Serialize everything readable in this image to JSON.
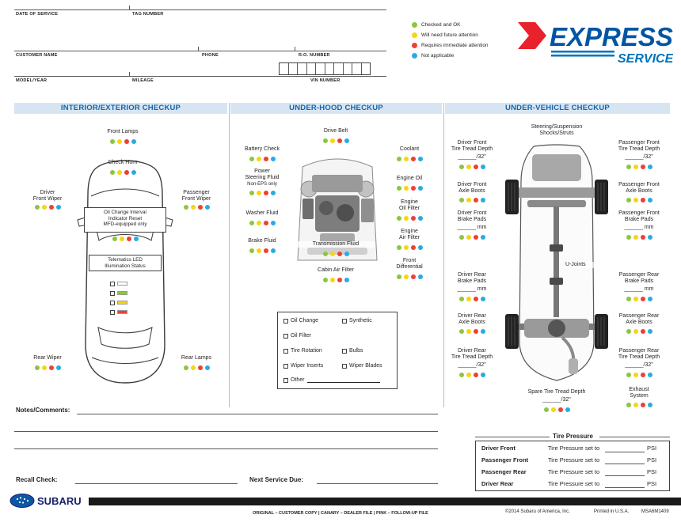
{
  "status_colors": [
    "#8CC63E",
    "#F6D515",
    "#EE4036",
    "#29ABE2"
  ],
  "header": {
    "fields": {
      "date": "DATE OF SERVICE",
      "tag": "TAG NUMBER",
      "customer": "CUSTOMER NAME",
      "phone": "PHONE",
      "ro": "R.O. NUMBER",
      "model": "MODEL/YEAR",
      "mileage": "MILEAGE",
      "vin": "VIN NUMBER"
    },
    "legend": [
      "Checked and OK",
      "Will need future attention",
      "Requires immediate attention",
      "Not applicable"
    ],
    "logo": {
      "express": "EXPRESS",
      "service": "SERVICE"
    }
  },
  "interior": {
    "title": "INTERIOR/EXTERIOR CHECKUP",
    "front_lamps": "Front Lamps",
    "check_horn": "Check Horn",
    "driver_front_wiper": "Driver\nFront Wiper",
    "passenger_front_wiper": "Passenger\nFront Wiper",
    "oil_change_reset": "Oil Change Interval\nIndicator Reset\nMFD-equipped only",
    "telematics": "Telematics LED\nIllumination Status",
    "telematics_colors": [
      "#FFFFFF",
      "#8CC63E",
      "#F6D515",
      "#EE4036"
    ],
    "rear_wiper": "Rear Wiper",
    "rear_lamps": "Rear Lamps"
  },
  "underhood": {
    "title": "UNDER-HOOD CHECKUP",
    "drive_belt": "Drive Belt",
    "battery_check": "Battery Check",
    "coolant": "Coolant",
    "power_steering": "Power\nSteering Fluid",
    "power_steering_note": "Non-EPS only",
    "engine_oil": "Engine Oil",
    "washer_fluid": "Washer Fluid",
    "engine_oil_filter": "Engine\nOil Filter",
    "brake_fluid": "Brake Fluid",
    "transmission_fluid": "Transmission Fluid",
    "engine_air_filter": "Engine\nAir Filter",
    "cabin_air_filter": "Cabin Air Filter",
    "front_differential": "Front\nDifferential",
    "services": {
      "oil_change": "Oil Change",
      "synthetic": "Synthetic",
      "oil_filter": "Oil Filter",
      "tire_rotation": "Tire Rotation",
      "bulbs": "Bulbs",
      "wiper_inserts": "Wiper Inserts",
      "wiper_blades": "Wiper Blades",
      "other": "Other"
    }
  },
  "undervehicle": {
    "title": "UNDER-VEHICLE CHECKUP",
    "steering": "Steering/Suspension\nShocks/Struts",
    "u_joints": "U-Joints",
    "driver_front_tread": "Driver Front\nTire Tread Depth",
    "passenger_front_tread": "Passenger Front\nTire Tread Depth",
    "driver_front_axle": "Driver Front\nAxle Boots",
    "passenger_front_axle": "Passenger Front\nAxle Boots",
    "driver_front_brake": "Driver Front\nBrake Pads",
    "passenger_front_brake": "Passenger Front\nBrake Pads",
    "driver_rear_brake": "Driver Rear\nBrake Pads",
    "passenger_rear_brake": "Passenger Rear\nBrake Pads",
    "driver_rear_axle": "Driver Rear\nAxle Boots",
    "passenger_rear_axle": "Passenger Rear\nAxle Boots",
    "driver_rear_tread": "Driver Rear\nTire Tread Depth",
    "passenger_rear_tread": "Passenger Rear\nTire Tread Depth",
    "spare_tread": "Spare Tire Tread Depth",
    "exhaust": "Exhaust\nSystem",
    "tread_blank": "______/32\"",
    "mm_blank": "______ mm"
  },
  "tire_pressure": {
    "title": "Tire Pressure",
    "set_label": "Tire Pressure set to",
    "unit": "PSI",
    "rows": [
      "Driver Front",
      "Passenger Front",
      "Passenger Rear",
      "Driver Rear"
    ]
  },
  "footer": {
    "notes": "Notes/Comments:",
    "recall": "Recall Check:",
    "next_service": "Next Service Due:",
    "brand": "SUBARU",
    "copies": "ORIGINAL – CUSTOMER COPY   |   CANARY – DEALER FILE   |   PINK – FOLLOW-UP FILE",
    "copyright": "©2014 Subaru of America, Inc.",
    "printed": "Printed in U.S.A.",
    "form_number": "MSA6M1409"
  }
}
